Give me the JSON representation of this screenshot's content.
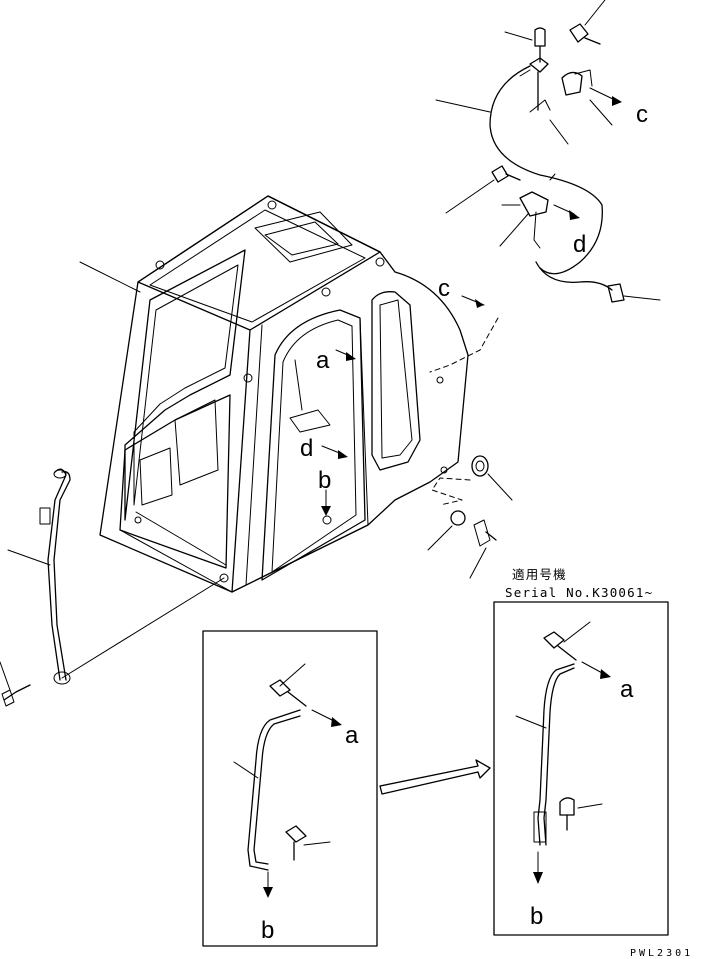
{
  "labels": {
    "a": "a",
    "b": "b",
    "c": "c",
    "d": "d"
  },
  "notes": {
    "applicable_jp": "適用号機",
    "serial": "Serial No.K30061~"
  },
  "drawing_id": "PWL2301",
  "colors": {
    "line": "#000000",
    "background": "#ffffff"
  }
}
